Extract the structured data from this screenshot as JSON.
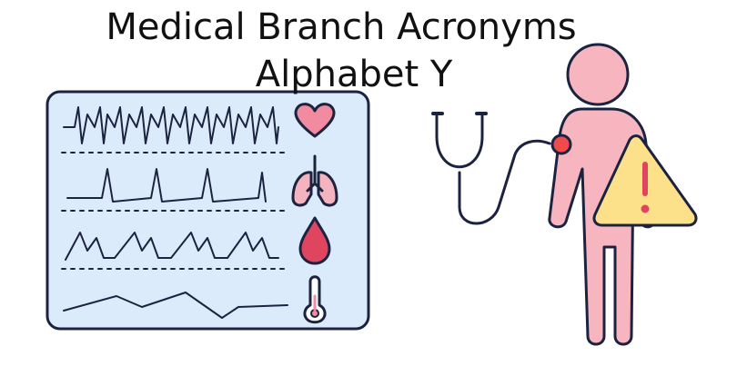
{
  "title": {
    "line1": "Medical Branch Acronyms",
    "line2": "Alphabet Y"
  },
  "monitor": {
    "rows": [
      {
        "icon": "heart-icon",
        "trace": "ecg-trace"
      },
      {
        "icon": "lungs-icon",
        "trace": "respiration-trace"
      },
      {
        "icon": "blood-drop-icon",
        "trace": "blood-pressure-trace"
      },
      {
        "icon": "thermometer-icon",
        "trace": "temperature-trace"
      }
    ]
  },
  "colors": {
    "outline": "#1c2340",
    "monitor_fill": "#dcebfb",
    "heart": "#f28aa0",
    "lungs": "#f5b3bf",
    "drop": "#e0455f",
    "body": "#f7b6bf",
    "warning": "#fde08a",
    "sensor": "#f04b4b"
  }
}
